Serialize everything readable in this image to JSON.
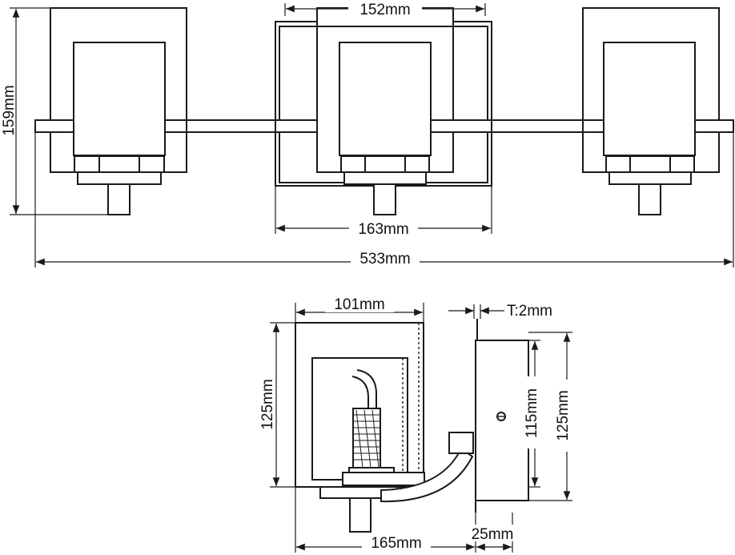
{
  "dimensions": {
    "overall_width": "533mm",
    "overall_height": "159mm",
    "shade_top_width": "152mm",
    "backplate_width": "163mm",
    "shade_depth": "101mm",
    "glass_thickness": "T:2mm",
    "shade_height": "125mm",
    "inner_height": "115mm",
    "backplate_height": "125mm",
    "projection": "165mm",
    "plate_depth": "25mm"
  }
}
